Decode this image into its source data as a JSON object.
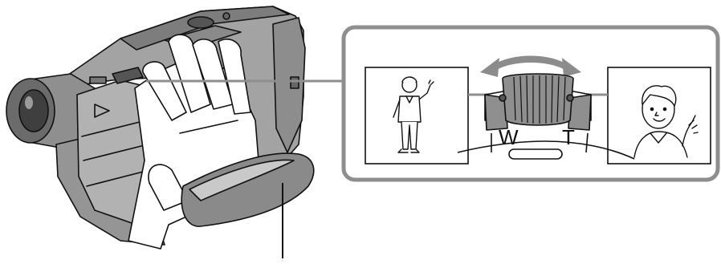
{
  "zoom_lever": {
    "wide_label": "W",
    "tele_label": "T"
  },
  "colors": {
    "line": "#111111",
    "camcorder_body": "#9a9a9a",
    "camcorder_dark": "#6e6e6e",
    "panel_border": "#909090",
    "lever": "#8f8f8f",
    "arrow": "#8c8c8c",
    "hand": "#ffffff",
    "strap": "#8a8a8a"
  },
  "icons": {
    "wide_view": "person-full-body-waving",
    "tele_view": "person-closeup-waving",
    "zoom_direction": "double-headed-curved-arrow"
  }
}
